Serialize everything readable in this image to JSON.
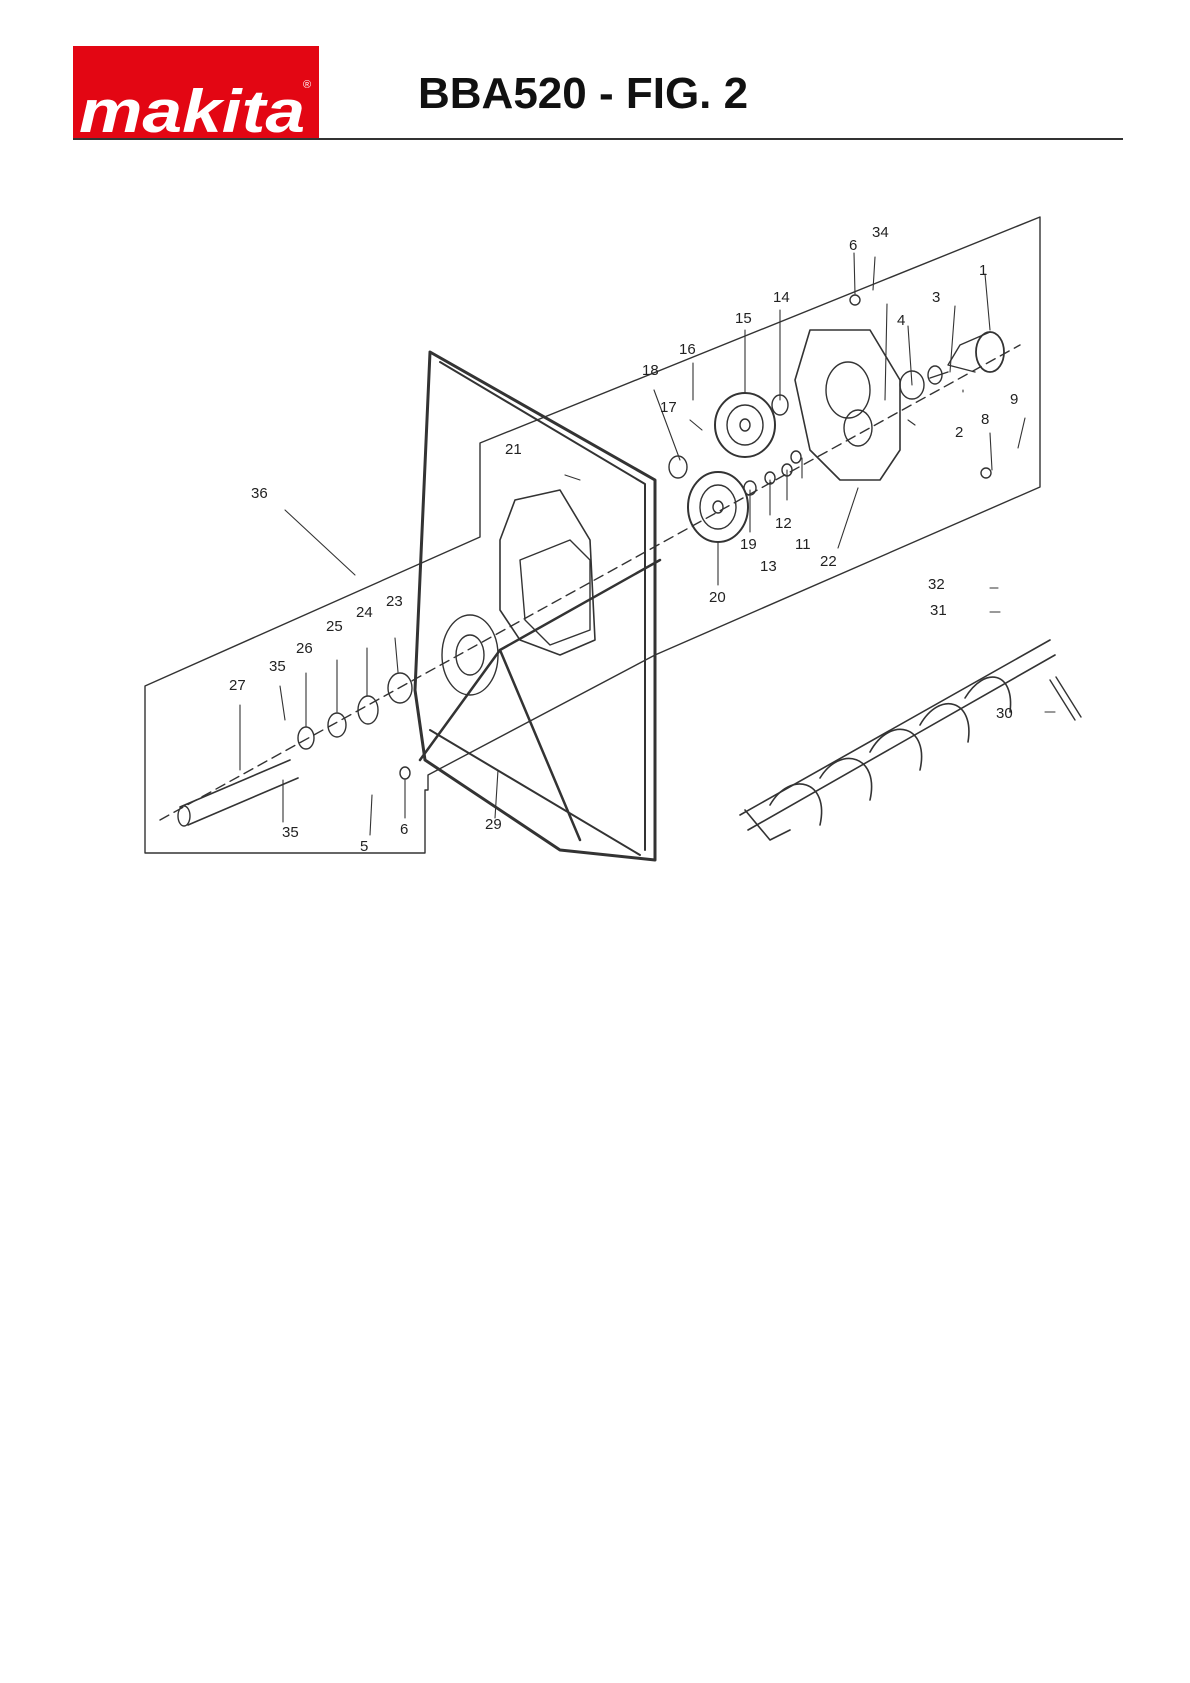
{
  "header": {
    "brand": "makita",
    "registered_mark": "®",
    "title": "BBA520 - FIG. 2"
  },
  "colors": {
    "brand_red": "#E30613",
    "line": "#333333",
    "text": "#111111"
  },
  "callouts": [
    "1",
    "2",
    "3",
    "4",
    "5",
    "6",
    "6",
    "8",
    "9",
    "11",
    "12",
    "13",
    "14",
    "15",
    "16",
    "17",
    "18",
    "19",
    "20",
    "21",
    "22",
    "23",
    "24",
    "25",
    "26",
    "27",
    "29",
    "30",
    "31",
    "32",
    "34",
    "35",
    "35",
    "36"
  ]
}
